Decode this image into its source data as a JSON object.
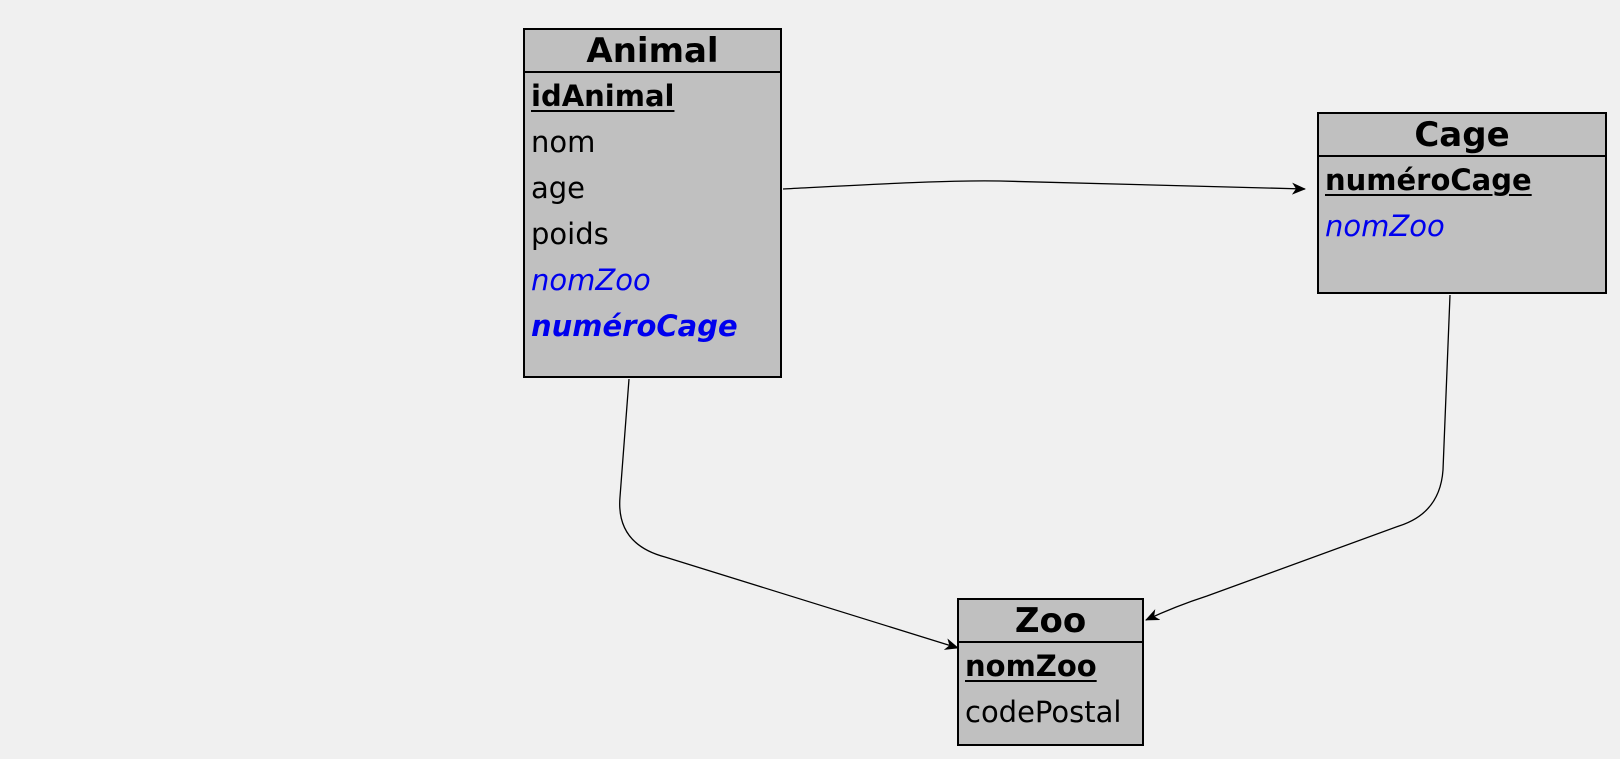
{
  "entities": {
    "animal": {
      "title": "Animal",
      "attributes": [
        {
          "label": "idAnimal"
        },
        {
          "label": "nom"
        },
        {
          "label": "age"
        },
        {
          "label": "poids"
        },
        {
          "label": "nomZoo"
        },
        {
          "label": "numéroCage"
        }
      ]
    },
    "cage": {
      "title": "Cage",
      "attributes": [
        {
          "label": "numéroCage"
        },
        {
          "label": "nomZoo"
        }
      ]
    },
    "zoo": {
      "title": "Zoo",
      "attributes": [
        {
          "label": "nomZoo"
        },
        {
          "label": "codePostal"
        }
      ]
    }
  },
  "colors": {
    "background": "#f0f0f0",
    "entity_fill": "#c0c0c0",
    "foreign_key": "#0000ee",
    "line": "#000000"
  }
}
